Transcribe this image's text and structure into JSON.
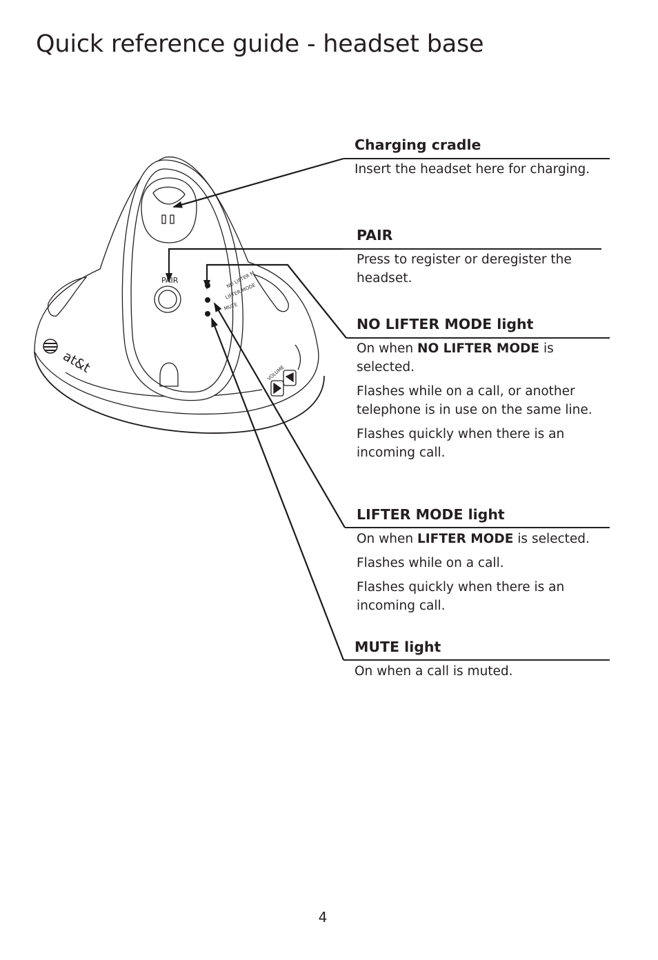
{
  "page": {
    "title": "Quick reference guide - headset base",
    "page_number": "4"
  },
  "device": {
    "pair_label": "PAIR",
    "no_lifter_label": "NO LIFTER M",
    "lifter_label": "LIFTER MODE",
    "mute_label": "MUTE",
    "volume_label": "VOLUME",
    "brand": "at&t"
  },
  "callouts": {
    "charging": {
      "heading": "Charging cradle",
      "text": "Insert the headset here for charging."
    },
    "pair": {
      "heading": "PAIR",
      "text": "Press to register or deregister the headset."
    },
    "no_lifter": {
      "heading": "NO LIFTER MODE light",
      "p1_pre": "On when ",
      "p1_bold": "NO LIFTER MODE",
      "p1_post": " is selected.",
      "p2": "Flashes while on a call, or another telephone is in use on the same line.",
      "p3": "Flashes quickly when there is an incoming call."
    },
    "lifter": {
      "heading": "LIFTER MODE light",
      "p1_pre": "On when ",
      "p1_bold": "LIFTER MODE",
      "p1_post": " is selected.",
      "p2": "Flashes while on a call.",
      "p3": "Flashes quickly when there is an incoming call."
    },
    "mute": {
      "heading": "MUTE light",
      "text": "On when a call is muted."
    }
  }
}
